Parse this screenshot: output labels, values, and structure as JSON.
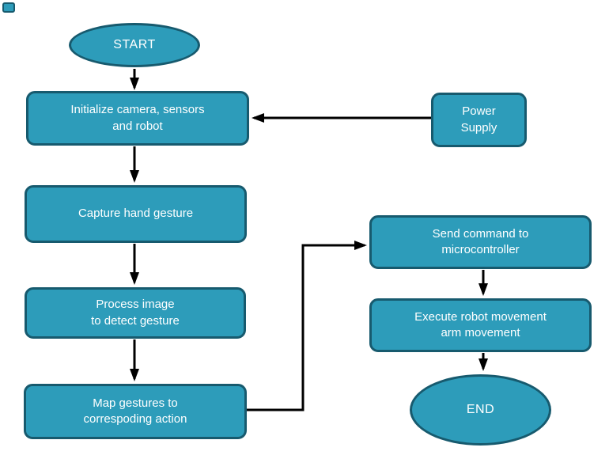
{
  "diagram_type": "flowchart",
  "colors": {
    "background": "#ffffff",
    "node_fill": "#2D9CBA",
    "node_border": "#175A6E",
    "arrow": "#000000",
    "text": "#ffffff"
  },
  "nodes": {
    "start": {
      "label": "START",
      "shape": "ellipse"
    },
    "initialize": {
      "label": "Initialize camera, sensors\nand robot",
      "shape": "rounded-rect"
    },
    "power_supply": {
      "label": "Power\nSupply",
      "shape": "rounded-rect"
    },
    "capture": {
      "label": "Capture hand gesture",
      "shape": "rounded-rect"
    },
    "process": {
      "label": "Process image\nto detect gesture",
      "shape": "rounded-rect"
    },
    "map": {
      "label": "Map gestures to\ncorrespoding action",
      "shape": "rounded-rect"
    },
    "send": {
      "label": "Send command to\nmicrocontroller",
      "shape": "rounded-rect"
    },
    "execute": {
      "label": "Execute robot movement\narm movement",
      "shape": "rounded-rect"
    },
    "end": {
      "label": "END",
      "shape": "ellipse"
    }
  },
  "edges": [
    {
      "from": "start",
      "to": "initialize"
    },
    {
      "from": "power_supply",
      "to": "initialize"
    },
    {
      "from": "initialize",
      "to": "capture"
    },
    {
      "from": "capture",
      "to": "process"
    },
    {
      "from": "process",
      "to": "map"
    },
    {
      "from": "map",
      "to": "send"
    },
    {
      "from": "send",
      "to": "execute"
    },
    {
      "from": "execute",
      "to": "end"
    }
  ]
}
